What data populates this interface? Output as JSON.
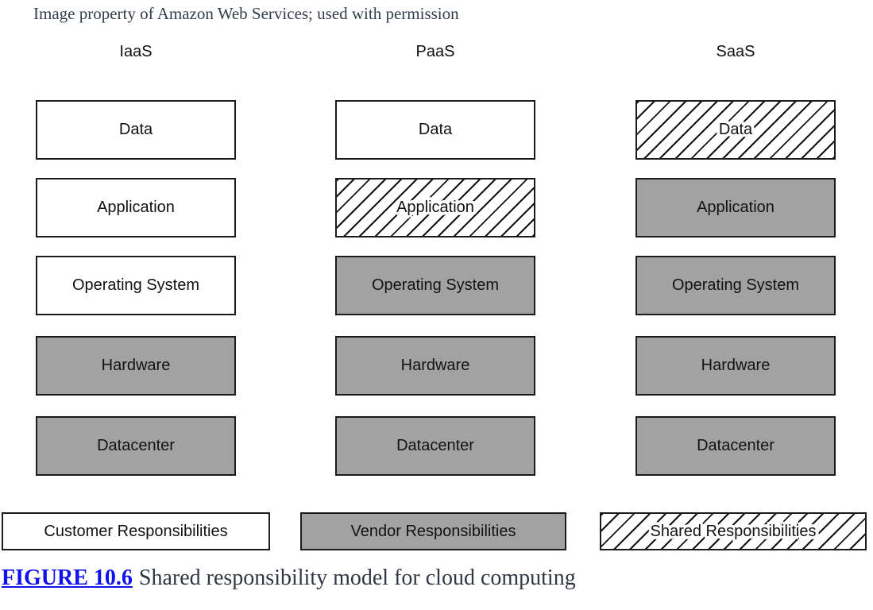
{
  "attribution": "Image property of Amazon Web Services; used with permission",
  "columns": [
    {
      "label": "IaaS",
      "layers": [
        {
          "label": "Data",
          "responsibility": "customer"
        },
        {
          "label": "Application",
          "responsibility": "customer"
        },
        {
          "label": "Operating System",
          "responsibility": "customer"
        },
        {
          "label": "Hardware",
          "responsibility": "vendor"
        },
        {
          "label": "Datacenter",
          "responsibility": "vendor"
        }
      ]
    },
    {
      "label": "PaaS",
      "layers": [
        {
          "label": "Data",
          "responsibility": "customer"
        },
        {
          "label": "Application",
          "responsibility": "shared"
        },
        {
          "label": "Operating System",
          "responsibility": "vendor"
        },
        {
          "label": "Hardware",
          "responsibility": "vendor"
        },
        {
          "label": "Datacenter",
          "responsibility": "vendor"
        }
      ]
    },
    {
      "label": "SaaS",
      "layers": [
        {
          "label": "Data",
          "responsibility": "shared"
        },
        {
          "label": "Application",
          "responsibility": "vendor"
        },
        {
          "label": "Operating System",
          "responsibility": "vendor"
        },
        {
          "label": "Hardware",
          "responsibility": "vendor"
        },
        {
          "label": "Datacenter",
          "responsibility": "vendor"
        }
      ]
    }
  ],
  "legend": [
    {
      "label": "Customer Responsibilities",
      "fill": "customer"
    },
    {
      "label": "Vendor Responsibilities",
      "fill": "vendor"
    },
    {
      "label": "Shared Responsibilities",
      "fill": "shared"
    }
  ],
  "caption": {
    "figure_label": "FIGURE 10.6",
    "text": "Shared responsibility model for cloud computing"
  },
  "colors": {
    "customer_fill": "#ffffff",
    "vendor_fill": "#a2a2a2",
    "hatch_line": "#141414",
    "box_border": "#1b1b1b",
    "figure_link_blue": "#0f11ee",
    "body_text": "#333e4b"
  }
}
